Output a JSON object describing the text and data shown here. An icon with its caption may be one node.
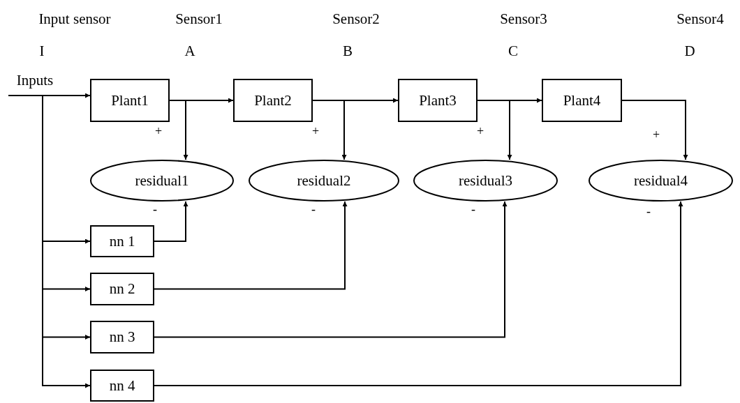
{
  "diagram": {
    "nodes": [
      {
        "text": [
          "Inputs"
        ]
      },
      {
        "text": [
          "Plant1"
        ]
      },
      {
        "text": [
          "Plant2"
        ]
      },
      {
        "text": [
          "Plant3"
        ]
      },
      {
        "text": [
          "Plant4"
        ]
      },
      {
        "text": [
          "residual1"
        ]
      },
      {
        "text": [
          "residual2"
        ]
      },
      {
        "text": [
          "residual3"
        ]
      },
      {
        "text": [
          "residual4"
        ]
      },
      {
        "text": [
          "nn 1"
        ]
      },
      {
        "text": [
          "nn 2"
        ]
      },
      {
        "text": [
          "nn 3"
        ]
      },
      {
        "text": [
          "nn 4"
        ]
      }
    ],
    "edges": [
      {
        "from": 0,
        "to": 1,
        "arrow": "to"
      },
      {
        "from": 1,
        "to": 2,
        "arrow": "to"
      },
      {
        "from": 2,
        "to": 3,
        "arrow": "to"
      },
      {
        "from": 3,
        "to": 4,
        "arrow": "to"
      },
      {
        "from": 1,
        "to": 5,
        "arrow": "to"
      },
      {
        "from": 2,
        "to": 6,
        "arrow": "to"
      },
      {
        "from": 3,
        "to": 7,
        "arrow": "to"
      },
      {
        "from": 4,
        "to": 8,
        "arrow": "to"
      },
      {
        "from": 0,
        "to": 9,
        "arrow": "to"
      },
      {
        "from": 0,
        "to": 10,
        "arrow": "to"
      },
      {
        "from": 0,
        "to": 11,
        "arrow": "to"
      },
      {
        "from": 0,
        "to": 12,
        "arrow": "to"
      },
      {
        "from": 9,
        "to": 5,
        "arrow": "to"
      },
      {
        "from": 10,
        "to": 6,
        "arrow": "to"
      },
      {
        "from": 11,
        "to": 7,
        "arrow": "to"
      },
      {
        "from": 12,
        "to": 8,
        "arrow": "to"
      }
    ],
    "labels": [
      "Input sensor",
      "Sensor1",
      "Sensor2",
      "Sensor3",
      "Sensor4",
      "I",
      "A",
      "B",
      "C",
      "D",
      "+",
      "+",
      "+",
      "+",
      "-",
      "-",
      "-",
      "-"
    ]
  }
}
